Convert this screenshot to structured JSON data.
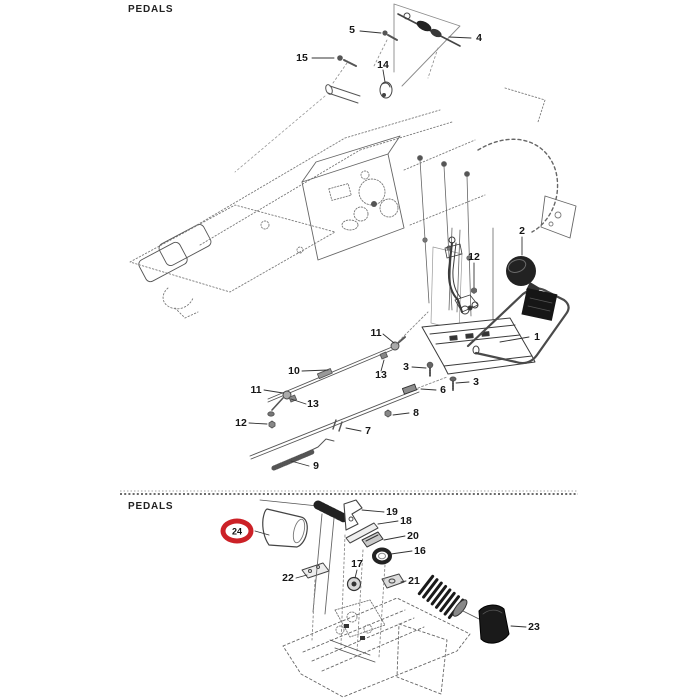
{
  "sections": {
    "top": {
      "title": "PEDALS"
    },
    "bottom": {
      "title": "PEDALS"
    }
  },
  "colors": {
    "background": "#ffffff",
    "line_art": "#444444",
    "construction_dots": "#888888",
    "rubber_parts": "#1a1a1a",
    "highlight_ring": "#cc2127",
    "callout_text": "#161616"
  },
  "top_callouts": [
    {
      "label": "5"
    },
    {
      "label": "4"
    },
    {
      "label": "15"
    },
    {
      "label": "14"
    },
    {
      "label": "2"
    },
    {
      "label": "12"
    },
    {
      "label": "1"
    },
    {
      "label": "11"
    },
    {
      "label": "3"
    },
    {
      "label": "13"
    },
    {
      "label": "10"
    },
    {
      "label": "3"
    },
    {
      "label": "6"
    },
    {
      "label": "11"
    },
    {
      "label": "13"
    },
    {
      "label": "8"
    },
    {
      "label": "12"
    },
    {
      "label": "7"
    },
    {
      "label": "9"
    }
  ],
  "bottom_callouts": [
    {
      "label": "19"
    },
    {
      "label": "18"
    },
    {
      "label": "20"
    },
    {
      "label": "16"
    },
    {
      "label": "17"
    },
    {
      "label": "22"
    },
    {
      "label": "21"
    },
    {
      "label": "23"
    }
  ],
  "highlighted_callout": {
    "label": "24",
    "highlighted": true
  }
}
